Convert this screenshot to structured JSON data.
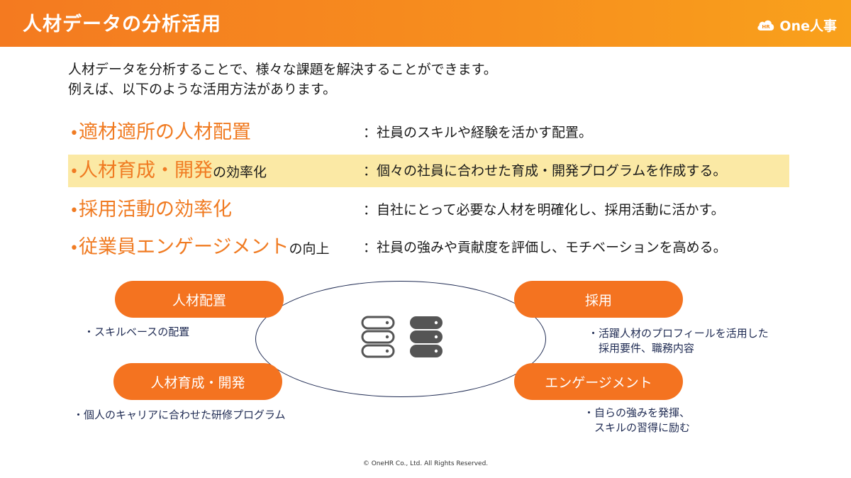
{
  "header": {
    "title": "人材データの分析活用",
    "logo_text": "One人事",
    "logo_icon": "cloud-hr-icon"
  },
  "intro": {
    "line1": "人材データを分析することで、様々な課題を解決することができます。",
    "line2": "例えば、以下のような活用方法があります。"
  },
  "uses": [
    {
      "bullet": "•",
      "term": "適材適所の人材配置",
      "suffix": "",
      "desc": "：社員のスキルや経験を活かす配置。",
      "highlighted": false
    },
    {
      "bullet": "•",
      "term": "人材育成・開発",
      "suffix": "の効率化",
      "desc": "：個々の社員に合わせた育成・開発プログラムを作成する。",
      "highlighted": true
    },
    {
      "bullet": "•",
      "term": "採用活動の効率化",
      "suffix": "",
      "desc": "：自社にとって必要な人材を明確化し、採用活動に活かす。",
      "highlighted": false
    },
    {
      "bullet": "•",
      "term": "従業員エンゲージメント",
      "suffix": "の向上",
      "desc": "：社員の強みや貢献度を評価し、モチベーションを高める。",
      "highlighted": false
    }
  ],
  "diagram": {
    "center_icons": [
      "database-outline-icon",
      "database-filled-icon"
    ],
    "pills": {
      "placement": {
        "label": "人材配置",
        "note_line1": "・スキルベースの配置",
        "note_line2": ""
      },
      "recruit": {
        "label": "採用",
        "note_line1": "・活躍人材のプロフィールを活用した",
        "note_line2": "採用要件、職務内容"
      },
      "development": {
        "label": "人材育成・開発",
        "note_line1": "・個人のキャリアに合わせた研修プログラム",
        "note_line2": ""
      },
      "engagement": {
        "label": "エンゲージメント",
        "note_line1": "・自らの強みを発揮、",
        "note_line2": "スキルの習得に励む"
      }
    }
  },
  "footer": {
    "copyright": "© OneHR Co., Ltd. All Rights Reserved."
  },
  "colors": {
    "header_start": "#f47a20",
    "header_end": "#f9a11b",
    "accent": "#f07b22",
    "pill": "#f47320",
    "highlight": "#fbe9a5",
    "note_text": "#1e2a52"
  }
}
